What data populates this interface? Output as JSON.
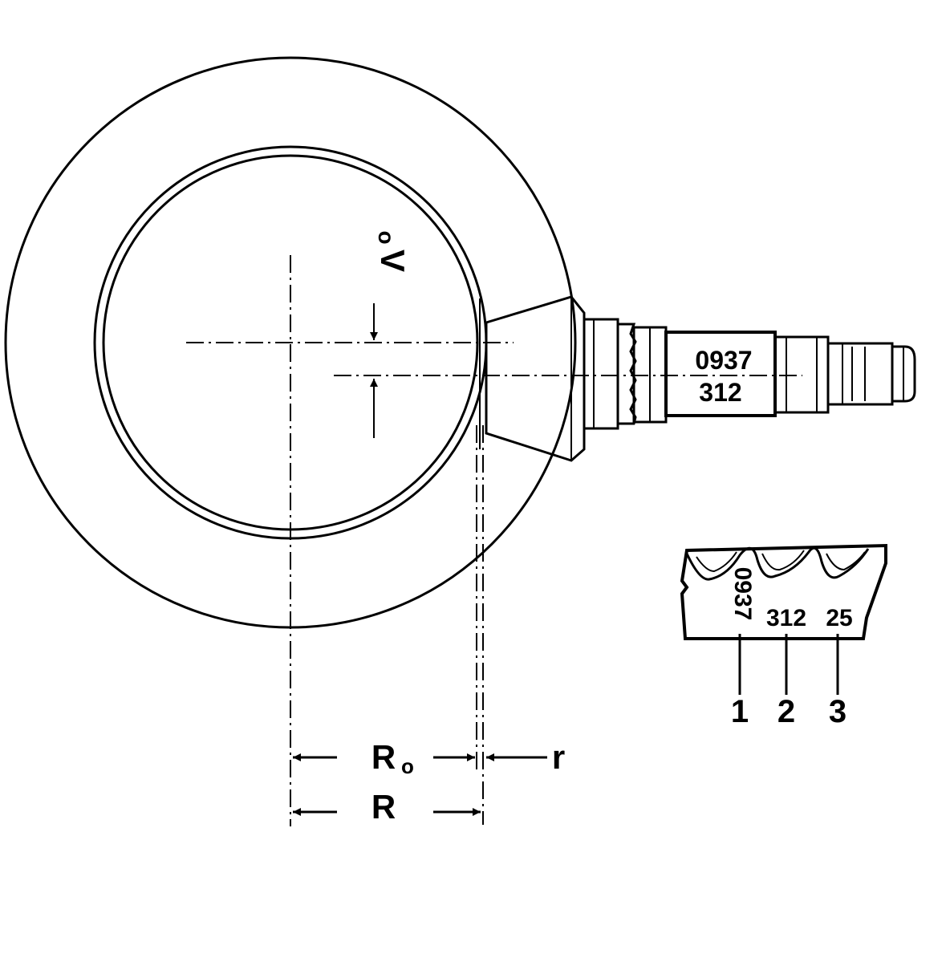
{
  "pinion_marking": {
    "line1": "0937",
    "line2": "312"
  },
  "gear_marking": {
    "part": "0937",
    "ratio": "312",
    "deviation": "25"
  },
  "callouts": [
    "1",
    "2",
    "3"
  ],
  "dimensions": {
    "vo": {
      "letter": "V",
      "sub": "o"
    },
    "ro": {
      "letter": "R",
      "sub": "o"
    },
    "r_big": "R",
    "r_small": "r"
  }
}
